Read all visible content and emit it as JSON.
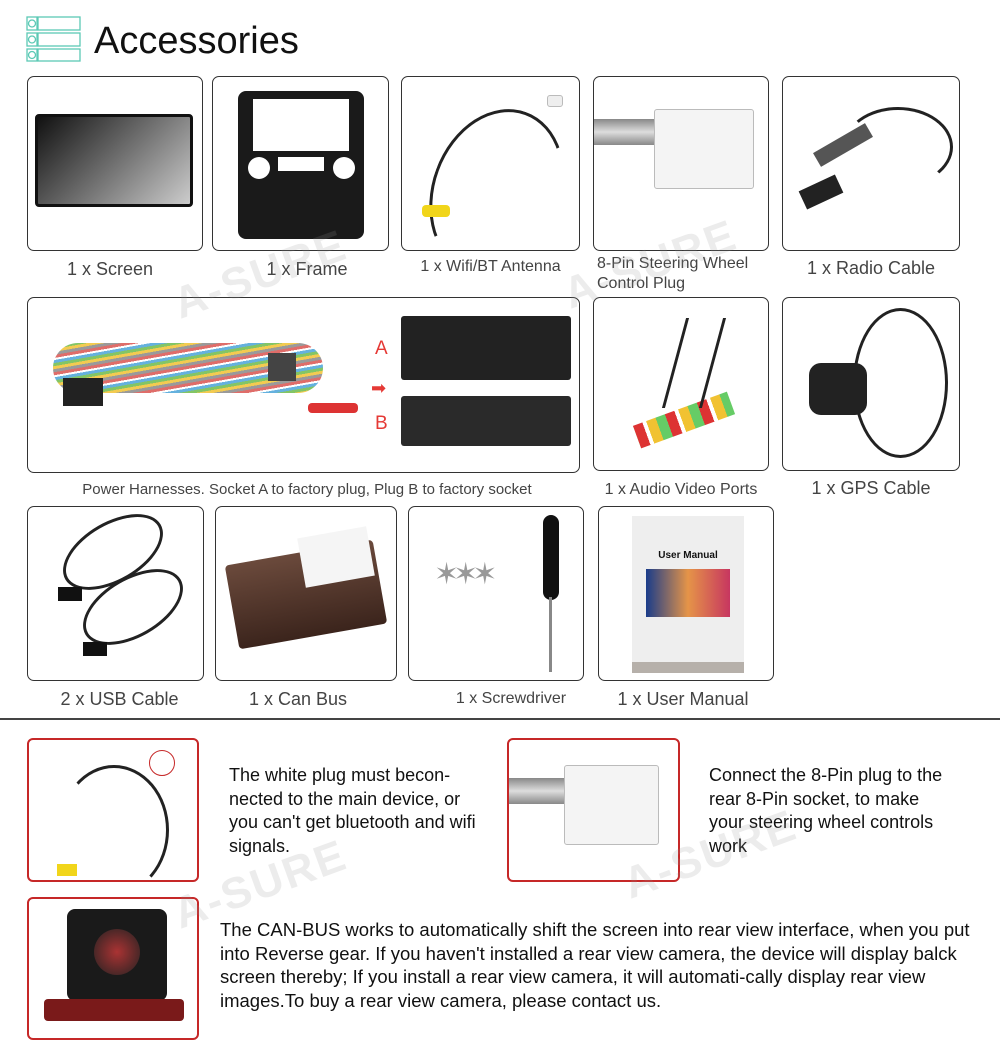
{
  "header": {
    "title": "Accessories",
    "icon": "list-icon",
    "accent": "#5cc9b5"
  },
  "watermark": "A-SURE",
  "items": [
    {
      "label": "1 x Screen"
    },
    {
      "label": "1 x Frame"
    },
    {
      "label": "1 x Wifi/BT  Antenna"
    },
    {
      "label": "8-Pin Steering Wheel Control Plug"
    },
    {
      "label": "1 x Radio Cable"
    },
    {
      "label": "Power Harnesses. Socket A to factory plug, Plug B to factory socket",
      "socket_a": "A",
      "socket_b": "B"
    },
    {
      "label": "1 x Audio Video Ports"
    },
    {
      "label": "1 x GPS Cable"
    },
    {
      "label": "2 x USB Cable"
    },
    {
      "label": "1 x Can Bus"
    },
    {
      "label": "1 x Screwdriver"
    },
    {
      "label": "1 x User Manual",
      "manual_title": "User Manual"
    }
  ],
  "notes": [
    {
      "text": "The white plug must becon-nected to the main device, or you can't get bluetooth and wifi signals."
    },
    {
      "text": "Connect the 8-Pin plug to the rear 8-Pin socket, to make your steering wheel controls work"
    },
    {
      "text": "The CAN-BUS works to automatically shift the screen into rear view interface, when you put into Reverse gear. If you haven't installed a rear view camera, the device will display balck screen thereby; If you install a rear view camera, it will automati-cally display rear view images.To buy a rear view camera, please contact us."
    }
  ],
  "colors": {
    "border": "#333333",
    "note_border": "#c62828",
    "arrow": "#e53935"
  }
}
